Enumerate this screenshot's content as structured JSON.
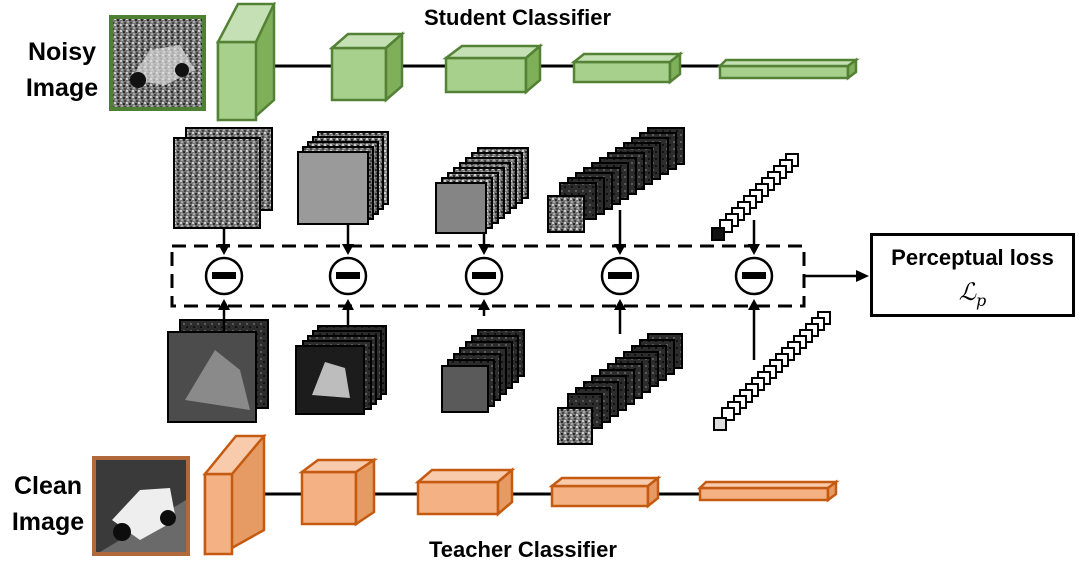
{
  "diagram": {
    "student_title": "Student Classifier",
    "teacher_title": "Teacher Classifier",
    "noisy_label_line1": "Noisy",
    "noisy_label_line2": "Image",
    "clean_label_line1": "Clean",
    "clean_label_line2": "Image",
    "loss_title": "Perceptual loss",
    "loss_symbol": "ℒ",
    "loss_subscript": "p",
    "operator_symbol": "−",
    "num_stages": 5,
    "colors": {
      "student_fill": "#a8d08d",
      "student_edge": "#538135",
      "teacher_fill": "#f4b183",
      "teacher_edge": "#c55a11",
      "feature_map": "#6f6f6f",
      "line": "#000000"
    },
    "icons": [
      "noisy-image-thumbnail",
      "clean-image-thumbnail",
      "minus-operator-icon",
      "arrow-icon",
      "feature-map-stack"
    ]
  }
}
